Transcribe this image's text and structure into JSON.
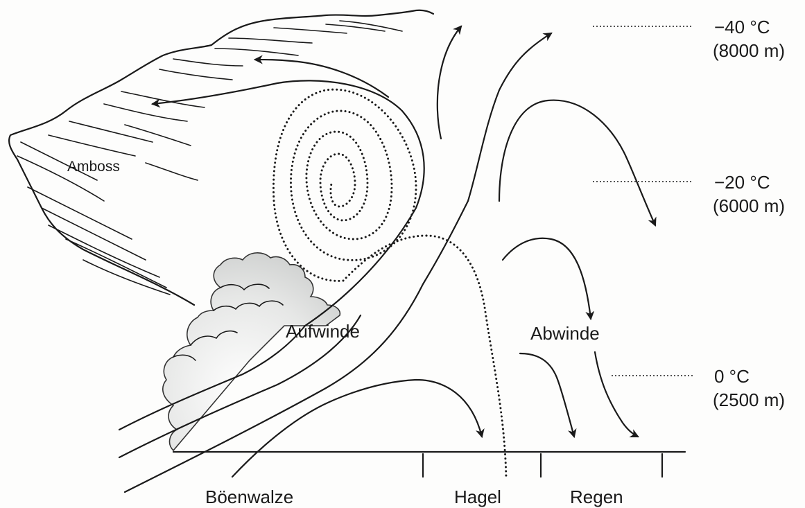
{
  "labels": {
    "anvil": "Amboss",
    "updrafts": "Aufwinde",
    "downdrafts": "Abwinde",
    "gust_roll": "Böenwalze",
    "hail": "Hagel",
    "rain": "Regen"
  },
  "levels": [
    {
      "temp": "−40 °C",
      "height": "(8000 m)"
    },
    {
      "temp": "−20 °C",
      "height": "(6000 m)"
    },
    {
      "temp": "0 °C",
      "height": "(2500 m)"
    }
  ]
}
